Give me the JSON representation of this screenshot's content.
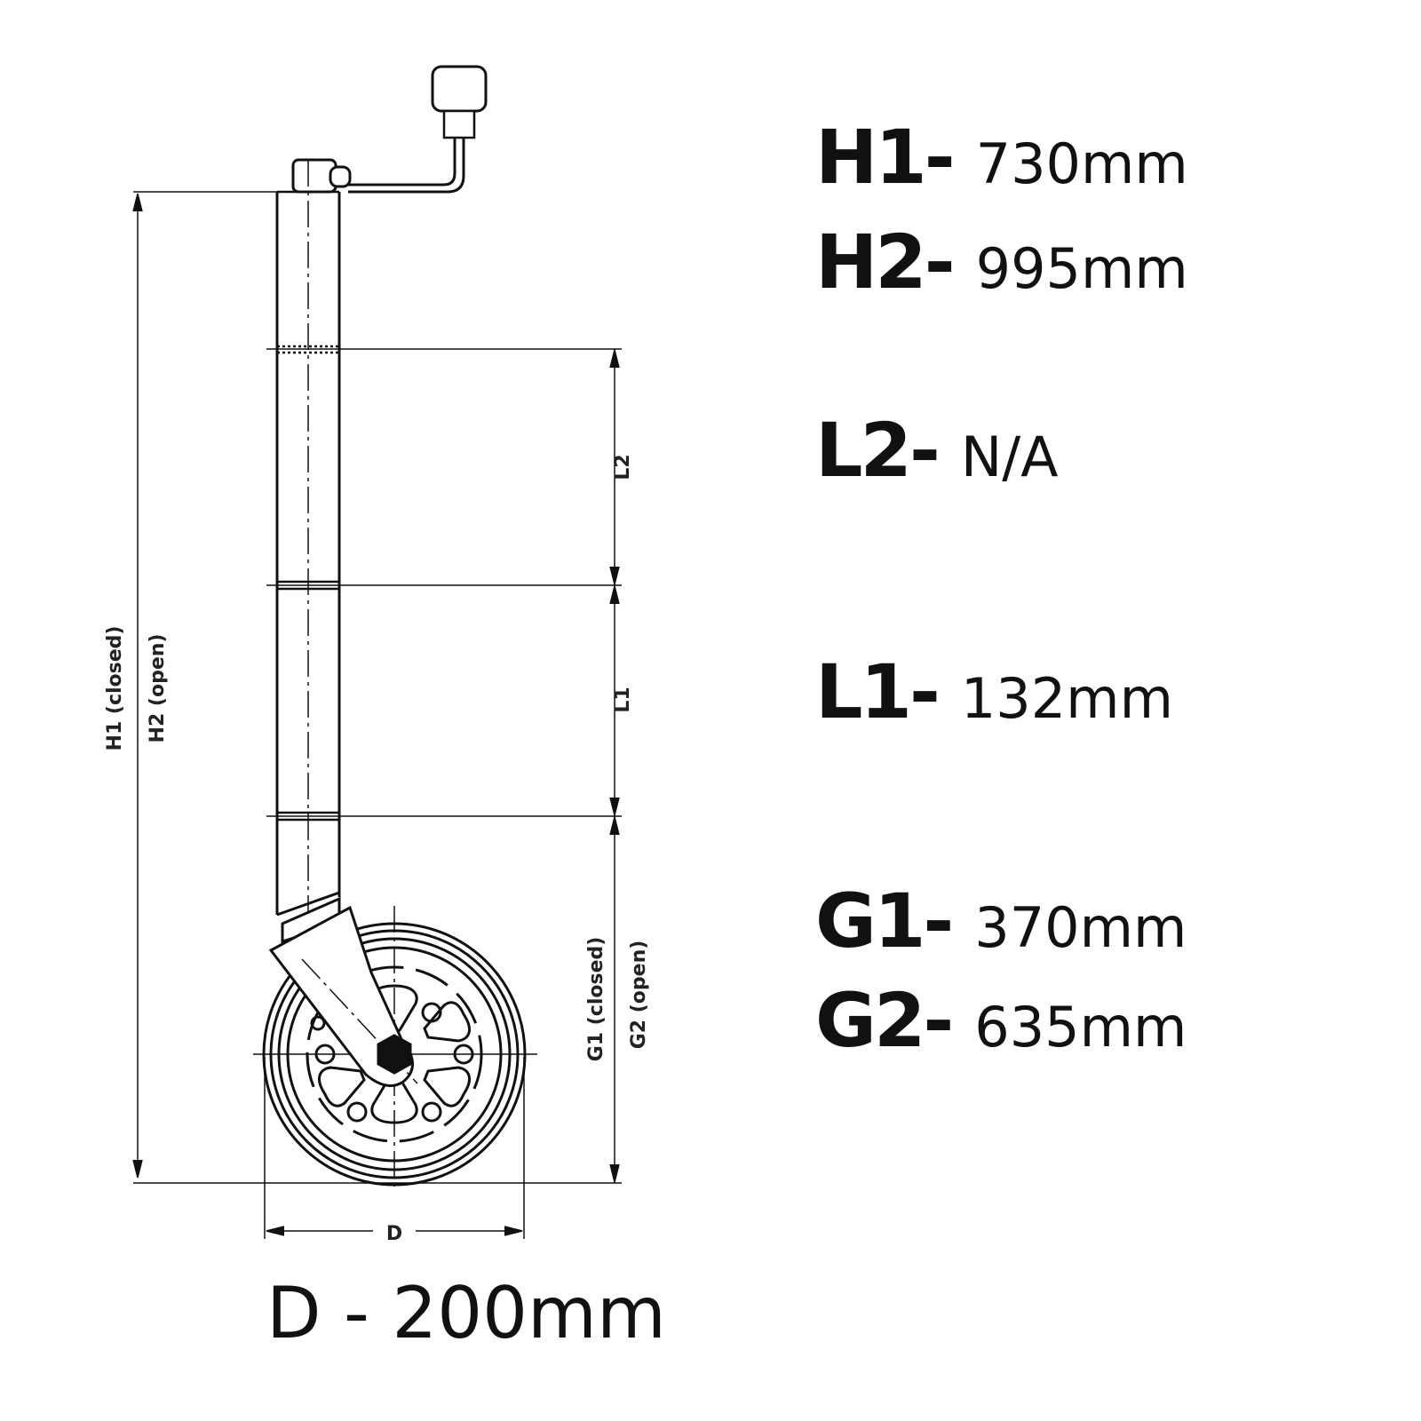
{
  "specs": [
    {
      "key": "H1-",
      "value": "730mm"
    },
    {
      "key": "H2-",
      "value": "995mm"
    },
    {
      "key": "L2-",
      "value": "N/A"
    },
    {
      "key": "L1-",
      "value": "132mm"
    },
    {
      "key": "G1-",
      "value": "370mm"
    },
    {
      "key": "G2-",
      "value": "635mm"
    }
  ],
  "diameter": "D - 200mm",
  "drawing_labels": {
    "h1": "H1 (closed)",
    "h2": "H2 (open)",
    "l2": "L2",
    "l1": "L1",
    "g1": "G1 (closed)",
    "g2": "G2 (open)",
    "d": "D"
  }
}
